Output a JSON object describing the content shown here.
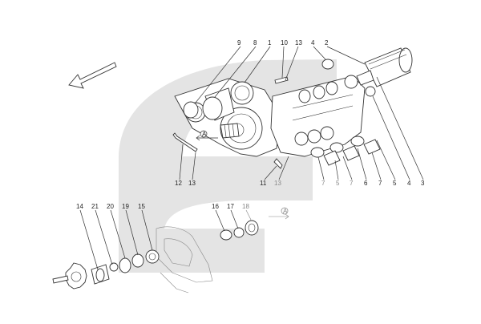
{
  "labels": {
    "l9": "9",
    "l8": "8",
    "l1": "1",
    "l10": "10",
    "l13a": "13",
    "l4a": "4",
    "l2": "2",
    "l12": "12",
    "l13b": "13",
    "l11": "11",
    "l13c": "13",
    "l7a": "7",
    "l5a": "5",
    "l7b": "7",
    "l6": "6",
    "l7c": "7",
    "l5b": "5",
    "l4b": "4",
    "l3": "3",
    "l14": "14",
    "l21": "21",
    "l20": "20",
    "l19": "19",
    "l15": "15",
    "l16": "16",
    "l17": "17",
    "l18": "18"
  },
  "markers": {
    "a1": "A",
    "a2": "A"
  },
  "colors": {
    "watermark": "#e4e4e4",
    "ink": "#333333",
    "muted": "#888888"
  }
}
